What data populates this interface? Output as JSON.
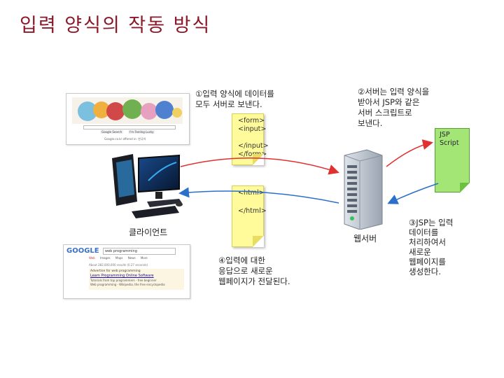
{
  "title": "입력 양식의 작동 방식",
  "notes": {
    "step1": "①입력 양식에 데이터를\n모두 서버로 보낸다.",
    "step2": "②서버는 입력 양식을\n받아서 JSP와 같은\n서버 스크립트로\n보낸다.",
    "step3": "③JSP는 입력\n데이터를\n처리하여서\n새로운\n웹페이지를\n생성한다.",
    "step4": "④입력에 대한\n응답으로 새로운\n웹페이지가 전달된다."
  },
  "sticky_request": {
    "line1": "<form>",
    "line2": "<input>",
    "line3": "</input>",
    "line4": "</form>"
  },
  "sticky_response": {
    "line1": "<html>",
    "line2": "</html>"
  },
  "jsp": {
    "line1": "JSP",
    "line2": "Script"
  },
  "labels": {
    "client": "클라이언트",
    "server": "웹서버"
  },
  "browser_top": {
    "button1": "Google Search",
    "button2": "I'm Feeling Lucky",
    "footer": "Google.co.kr offered in: 한국어"
  },
  "browser_bottom": {
    "logo": "GOOGLE",
    "query": "web programming",
    "tabs": [
      "Web",
      "Images",
      "Maps",
      "News",
      "More"
    ],
    "results": "About 282,000,000 results (0.27 seconds)",
    "r1": "Advertise for web programming",
    "link": "Learn Programming Online Software",
    "r2": "Tutorials from top programmers - free beginner",
    "r3": "Web programming - Wikipedia, the free encyclopedia"
  },
  "colors": {
    "arrow_red": "#e03030",
    "arrow_blue": "#2a6fc9",
    "sticky": "#fffa9a",
    "jsp": "#a4e676",
    "title": "#8a1a2a"
  }
}
